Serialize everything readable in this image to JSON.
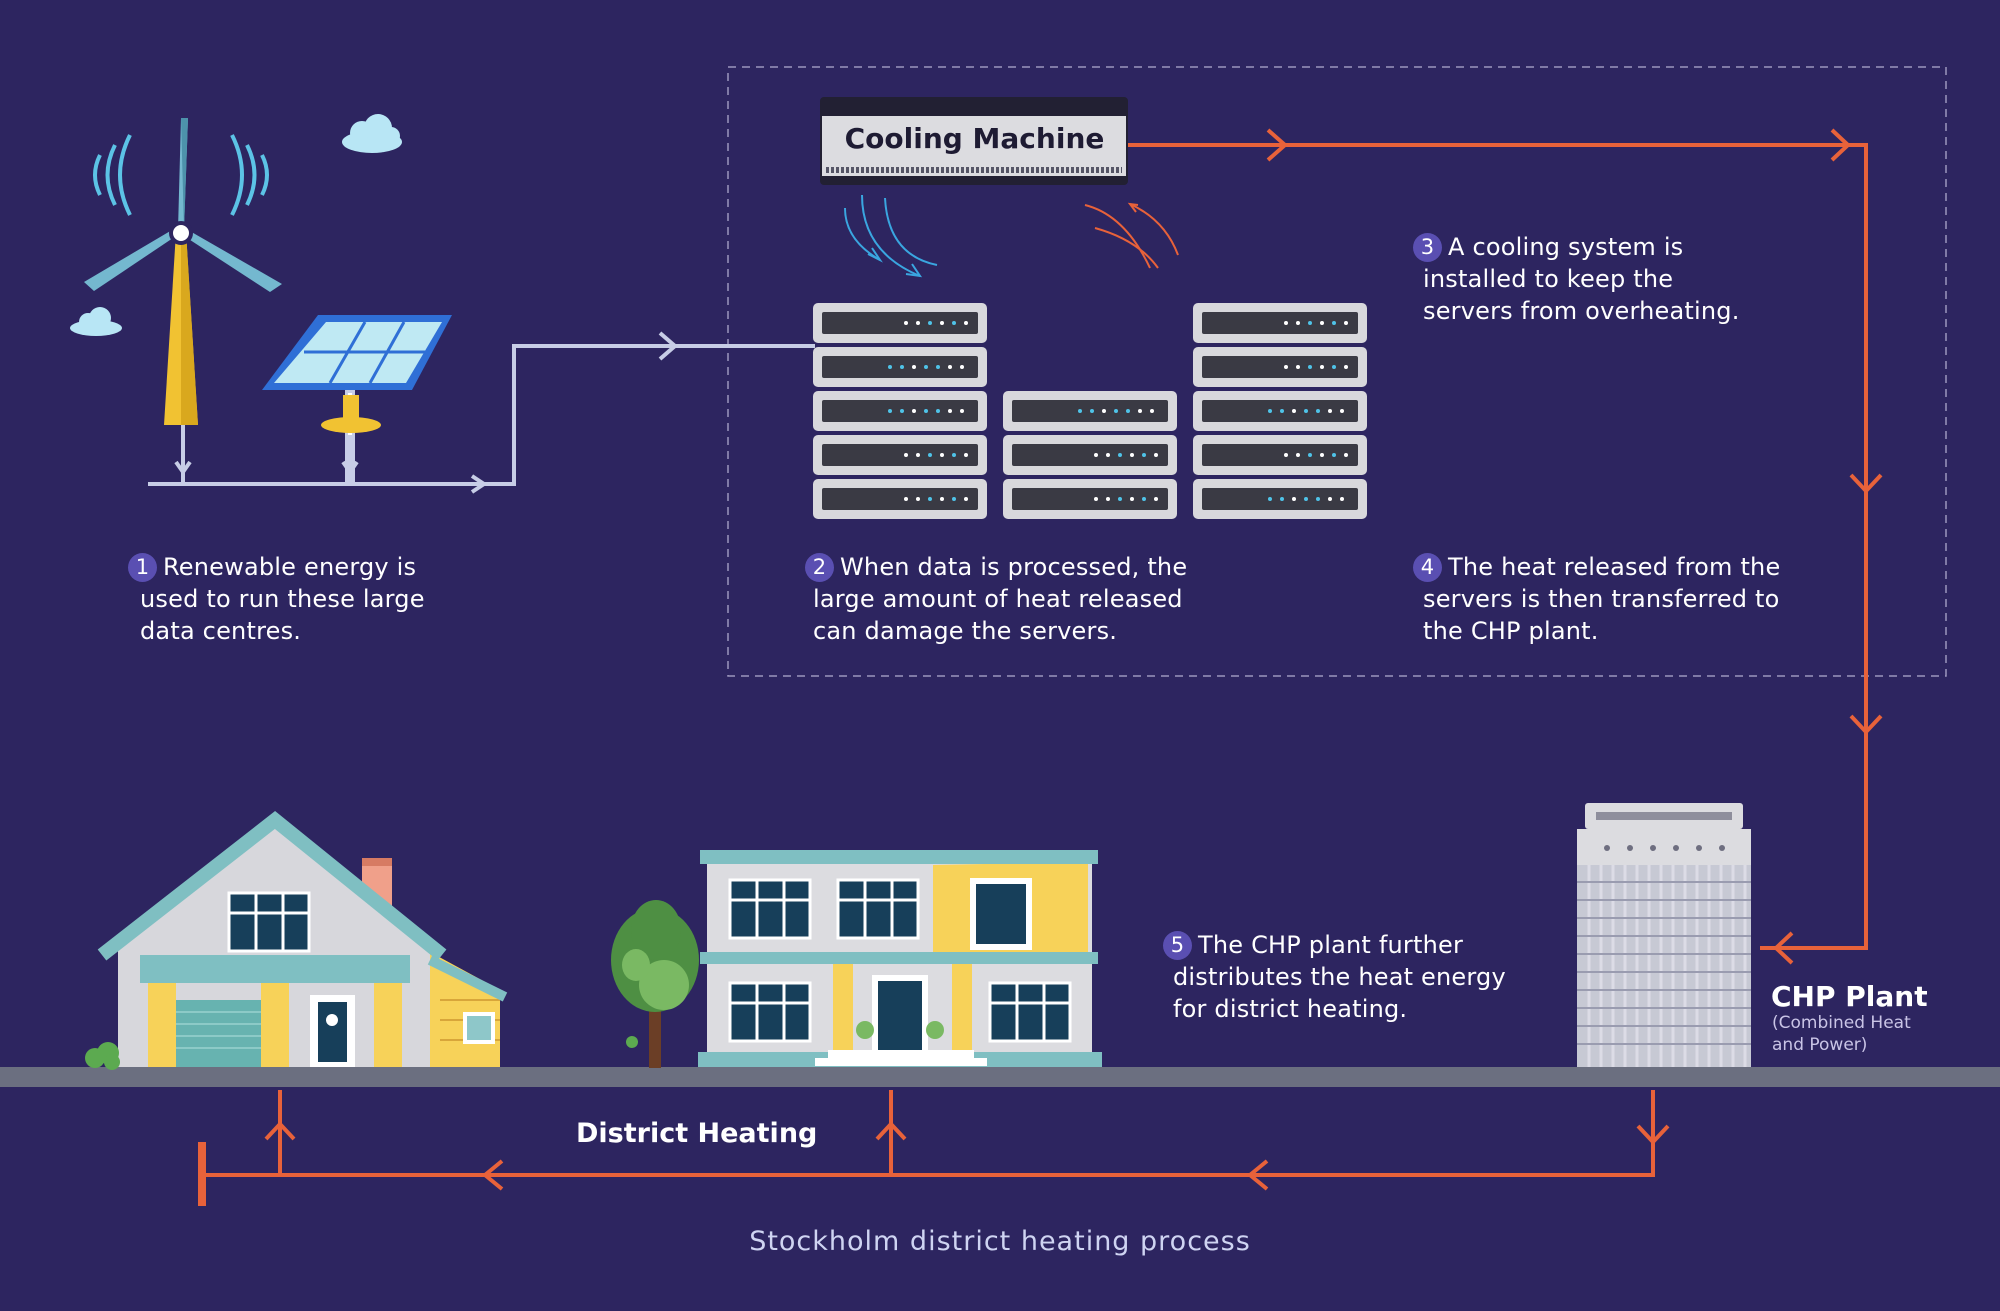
{
  "colors": {
    "background": "#2d2560",
    "orange_pipe": "#e8623a",
    "power_line": "#c7cde6",
    "badge": "#5a4fb2",
    "ground": "#6b6f80"
  },
  "cooling_machine": {
    "label": "Cooling Machine"
  },
  "steps": [
    {
      "num": "1",
      "lines": [
        "Renewable energy is",
        "used to run these large",
        "data centres."
      ]
    },
    {
      "num": "2",
      "lines": [
        "When data is processed, the",
        "large amount of heat released",
        "can damage the servers."
      ]
    },
    {
      "num": "3",
      "lines": [
        "A cooling system is",
        "installed to keep the",
        "servers from overheating."
      ]
    },
    {
      "num": "4",
      "lines": [
        "The heat released from the",
        "servers is then transferred to",
        "the CHP plant."
      ]
    },
    {
      "num": "5",
      "lines": [
        "The CHP plant further",
        "distributes the heat energy",
        "for district heating."
      ]
    }
  ],
  "chp": {
    "title": "CHP Plant",
    "subtitle_line1": "(Combined Heat",
    "subtitle_line2": "and Power)"
  },
  "district_heating_label": "District Heating",
  "caption": "Stockholm district heating process",
  "icons": [
    "wind-turbine-icon",
    "solar-panel-icon",
    "cloud-icon",
    "server-rack-icon",
    "cooling-machine-icon",
    "house-icon",
    "building-icon",
    "tree-icon",
    "chp-plant-icon"
  ]
}
